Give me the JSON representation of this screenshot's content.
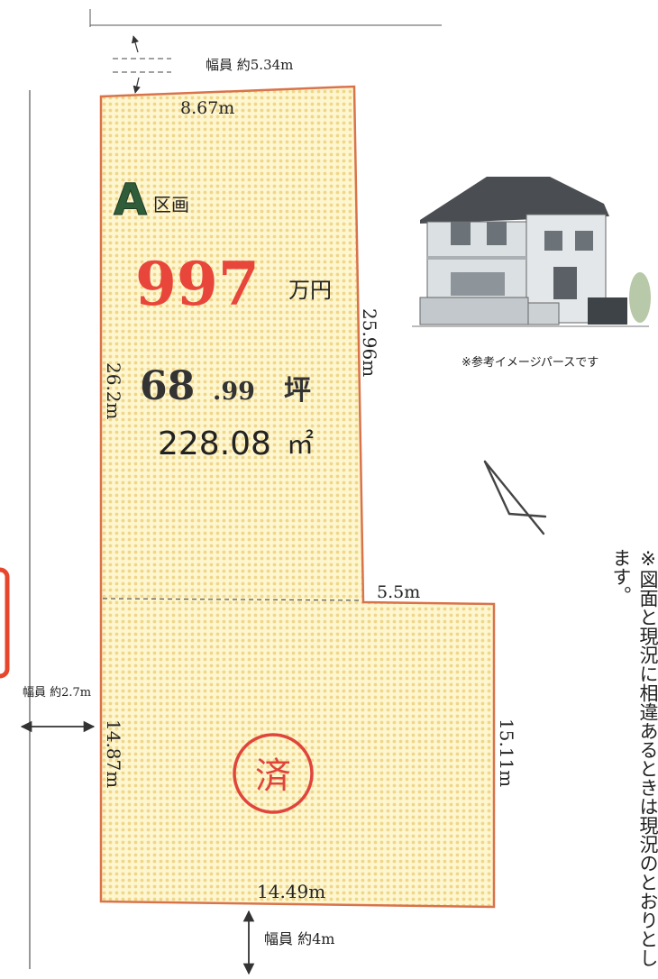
{
  "colors": {
    "boundary": "#d9734a",
    "fill": "#fdf6cf",
    "dots": "#f0d68a",
    "price": "#e8463a",
    "sold": "#e0453c",
    "section_letter": "#2f5d3a",
    "red_tab": "#e8452d"
  },
  "section": {
    "letter": "A",
    "label": "区画"
  },
  "price": {
    "value": "997",
    "unit": "万円"
  },
  "area": {
    "tsubo_int": "68",
    "tsubo_dec": ".99",
    "tsubo_unit": "坪",
    "sqm_value": "228.08",
    "sqm_unit": "㎡"
  },
  "sold_stamp": "済",
  "dimensions": {
    "top": "8.67m",
    "right_upper": "25.96m",
    "left_upper": "26.2m",
    "step": "5.5m",
    "left_lower": "14.87m",
    "right_lower": "15.11m",
    "bottom": "14.49m"
  },
  "roads": {
    "top": "幅員 約5.34m",
    "left": "幅員 約2.7m",
    "bottom": "幅員 約4m"
  },
  "illustration": {
    "caption": "※参考イメージパースです"
  },
  "north_icon": "north-arrow-icon",
  "disclaimer": "※図面と現況に相違あるときは現況のとおりとします。"
}
